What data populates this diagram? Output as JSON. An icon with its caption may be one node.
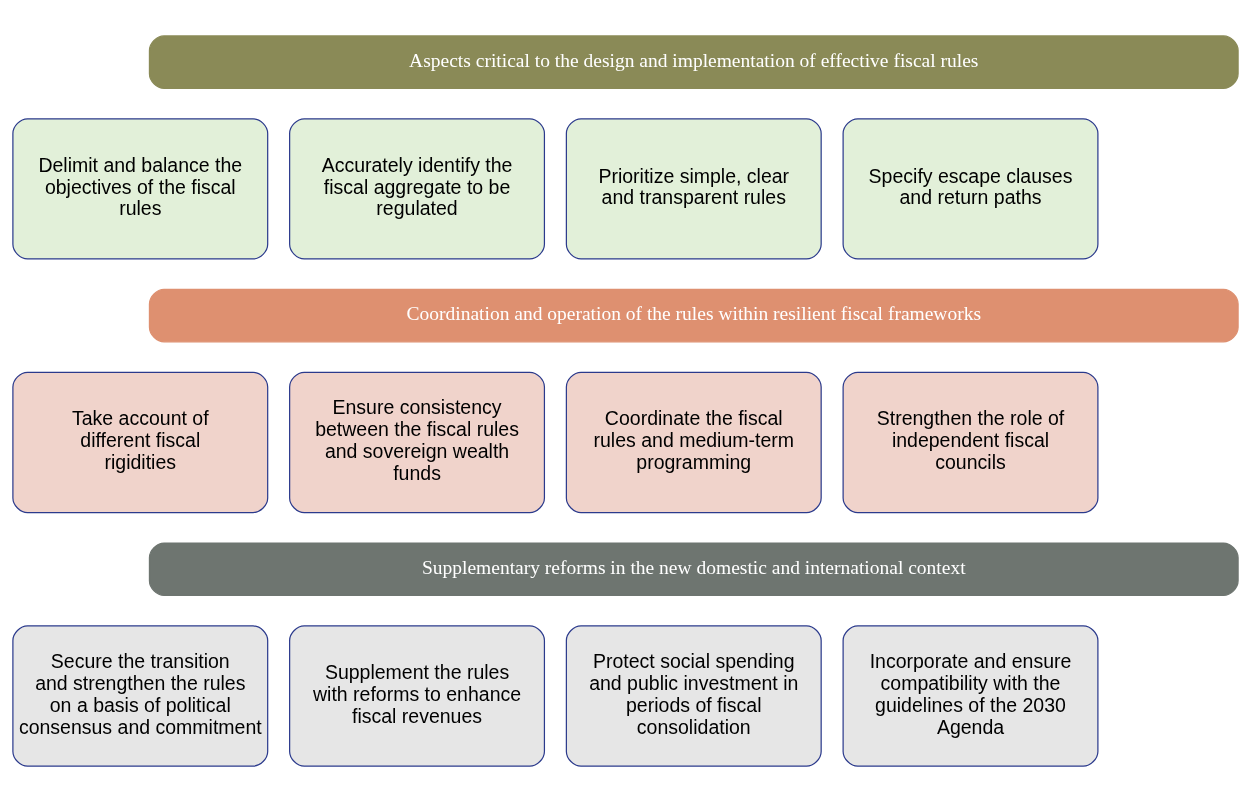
{
  "diagram": {
    "nodes": [
      {
        "text": [
          "Aspects critical to the design and implementation of effective fiscal rules"
        ]
      },
      {
        "text": [
          "Delimit and balance the objectives of the fiscal rules"
        ]
      },
      {
        "text": [
          "Accurately identify the fiscal aggregate to be regulated"
        ]
      },
      {
        "text": [
          "Prioritize simple, clear and transparent rules"
        ]
      },
      {
        "text": [
          "Specify escape clauses and return paths"
        ]
      },
      {
        "text": [
          "Coordination and operation of the rules within resilient fiscal frameworks"
        ]
      },
      {
        "text": [
          "Take account of different fiscal rigidities"
        ]
      },
      {
        "text": [
          "Ensure consistency between the fiscal rules and sovereign wealth funds"
        ]
      },
      {
        "text": [
          "Coordinate the fiscal rules and medium-term programming"
        ]
      },
      {
        "text": [
          "Strengthen the role of independent fiscal councils"
        ]
      },
      {
        "text": [
          "Supplementary reforms in the new domestic and international context"
        ]
      },
      {
        "text": [
          "Secure the transition and strengthen the rules on a basis of political consensus and commitment"
        ]
      },
      {
        "text": [
          "Supplement the rules with reforms to enhance fiscal revenues"
        ]
      },
      {
        "text": [
          "Protect social spending and public investment in periods of fiscal consolidation"
        ]
      },
      {
        "text": [
          "Incorporate and ensure compatibility with the guidelines of the 2030 Agenda"
        ]
      }
    ],
    "edges": []
  }
}
